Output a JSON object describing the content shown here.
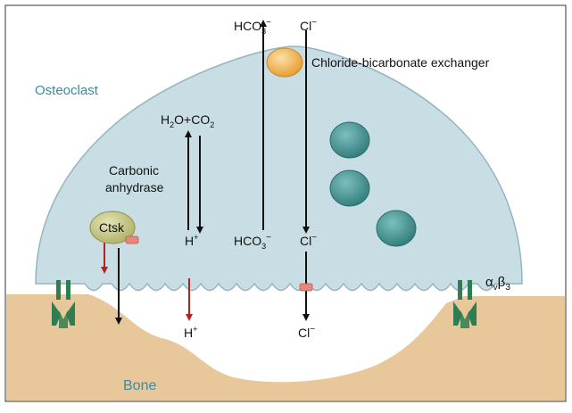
{
  "colors": {
    "cell_fill": "#c6dde3",
    "cell_stroke": "#8fb2bc",
    "bone_fill": "#e8c89a",
    "lacuna_fill": "#ffffff",
    "vesicle": "#3f8f8f",
    "ctsk_fill": "#c9cb86",
    "exchanger": "#f2b04a",
    "integrin": "#2f7d50",
    "red_arrow": "#b22222",
    "label_teal": "#3c8aa0",
    "text": "#111111"
  },
  "labels": {
    "osteoclast": "Osteoclast",
    "bone": "Bone",
    "exchanger": "Chloride-bicarbonate exchanger",
    "carbonic_anhydrase_line1": "Carbonic",
    "carbonic_anhydrase_line2": "anhydrase",
    "ctsk": "Ctsk",
    "h2o": "H",
    "h2o_sub": "2",
    "h2o_rest": "O+CO",
    "co2_sub": "2",
    "h_plus": "H",
    "h_plus_sup": "+",
    "hco3_top": "HCO",
    "hco3_top_sub": "3",
    "hco3_top_sup": "−",
    "cl_top": "Cl",
    "cl_top_sup": "−",
    "hco3_mid": "HCO",
    "hco3_mid_sub": "3",
    "hco3_mid_sup": "−",
    "cl_mid": "Cl",
    "cl_mid_sup": "−",
    "h_plus_bottom": "H",
    "h_plus_bottom_sup": "+",
    "cl_bottom": "Cl",
    "cl_bottom_sup": "−",
    "integrin_alpha": "α",
    "integrin_alpha_sub": "v",
    "integrin_beta": "β",
    "integrin_beta_sub": "3"
  }
}
